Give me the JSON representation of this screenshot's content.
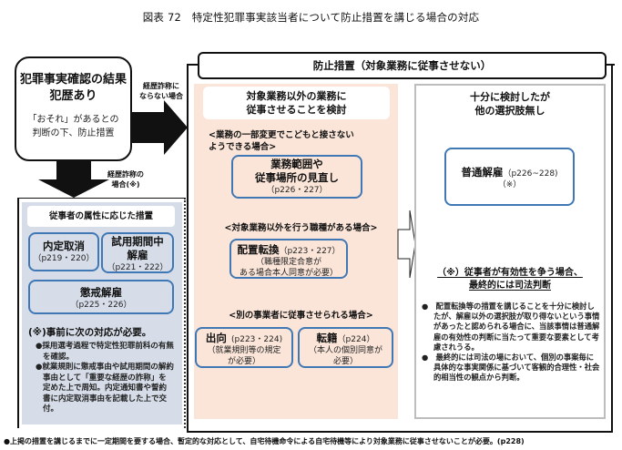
{
  "title": "図表 72　特定性犯罪事実該当者について防止措置を講じる場合の対応",
  "result_box": {
    "heading_line1": "犯罪事実確認の結果",
    "heading_line2": "犯歴あり",
    "sub_line1": "「おそれ」があるとの",
    "sub_line2": "判断の下、防止措置"
  },
  "arrows": {
    "right_label_line1": "経歴詐称に",
    "right_label_line2": "ならない場合",
    "down_label_line1": "経歴詐称の",
    "down_label_line2": "場合(※)"
  },
  "left_panel": {
    "title": "従事者の属性に応じた措置",
    "boxes": [
      {
        "label": "内定取消",
        "pages": "（p219・220）"
      },
      {
        "label_line1": "試用期間中",
        "label_line2": "解雇",
        "pages": "（p221・222）"
      },
      {
        "label": "懲戒解雇",
        "pages": "（p225・226）"
      }
    ],
    "note_heading": "(※)事前に次の対応が必要。",
    "note_items": [
      "●採用選考過程で特定性犯罪前科の有無を確認。",
      "●就業規則に懲戒事由や試用期間の解約事由として「重要な経歴の詐称」を定めた上で周知。内定通知書や誓約書に内定取消事由を記載した上で交付。"
    ]
  },
  "main": {
    "title": "防止措置（対象業務に従事させない）",
    "peach": {
      "title_line1": "対象業務以外の業務に",
      "title_line2": "従事させることを検討",
      "case1": {
        "label_line1": "<業務の一部変更でこどもと接さない",
        "label_line2": "ようできる場合>",
        "box_line1": "業務範囲や",
        "box_line2": "従事場所の見直し",
        "pages": "（p226・227）"
      },
      "case2": {
        "label": "<対象業務以外を行う職種がある場合>",
        "box_main": "配置転換",
        "pages": "（p223・227）",
        "note_line1": "（職種限定合意が",
        "note_line2": "ある場合本人同意が必要）"
      },
      "case3": {
        "label": "<別の事業者に従事させられる場合>",
        "box_left_main": "出向",
        "box_left_pages": "(p223・224)",
        "box_left_note_line1": "（就業規則等の規定",
        "box_left_note_line2": "が必要）",
        "box_right_main": "転籍",
        "box_right_pages": "（p224）",
        "box_right_note_line1": "（本人の個別同意が",
        "box_right_note_line2": "必要）"
      }
    },
    "right": {
      "title_line1": "十分に検討したが",
      "title_line2": "他の選択肢無し",
      "box_main": "普通解雇",
      "box_pages": "（p226~228)",
      "box_note": "（※）",
      "note_heading_line1": "（※）従事者が有効性を争う場合、",
      "note_heading_line2": "最終的には司法判断",
      "bullets": [
        "●　配置転換等の措置を講じることを十分に検討したが、解雇以外の選択肢が取り得ないという事情があったと認められる場合に、当該事情は普通解雇の有効性の判断に当たって重要な要素として考慮されうる。",
        "●　最終的には司法の場において、個別の事案毎に具体的な事実関係に基づいて客観的合理性・社会的相当性の観点から判断。"
      ]
    }
  },
  "footnote": "●上掲の措置を講じるまでに一定期間を要する場合、暫定的な対応として、自宅待機命令による自宅待機等により対象業務に従事させないことが必要。(p228)",
  "colors": {
    "box_border_blue": "#3f78b5",
    "left_panel_bg": "#d6dde8",
    "peach_bg": "#fbe5d8",
    "right_panel_border": "#bdbdbd"
  }
}
